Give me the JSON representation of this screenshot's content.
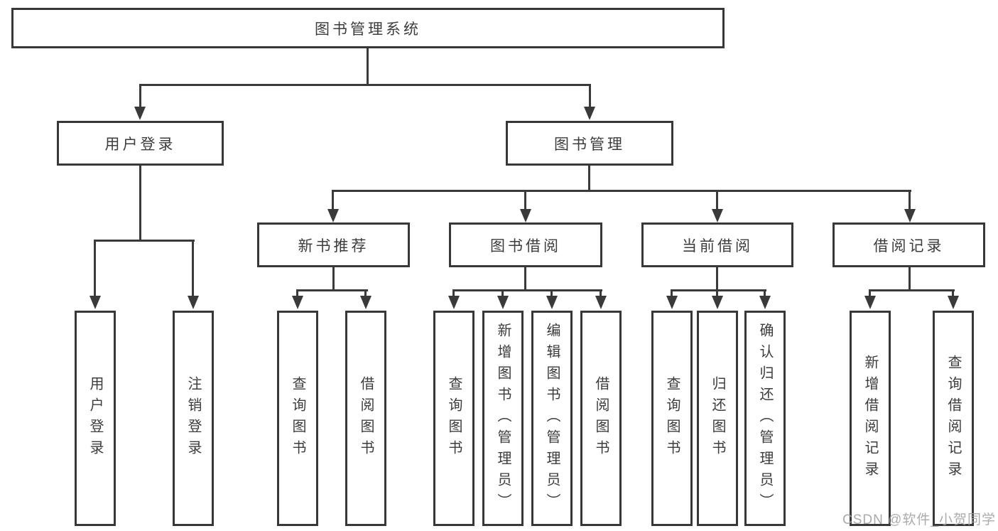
{
  "diagram_title": "图书管理系统",
  "tree": {
    "label": "图书管理系统",
    "children": [
      {
        "label": "用户登录",
        "children": [
          {
            "label": "用户登录"
          },
          {
            "label": "注销登录"
          }
        ]
      },
      {
        "label": "图书管理",
        "children": [
          {
            "label": "新书推荐",
            "children": [
              {
                "label": "查询图书"
              },
              {
                "label": "借阅图书"
              }
            ]
          },
          {
            "label": "图书借阅",
            "children": [
              {
                "label": "查询图书"
              },
              {
                "label": "新增图书（管理员）"
              },
              {
                "label": "编辑图书（管理员）"
              },
              {
                "label": "借阅图书"
              }
            ]
          },
          {
            "label": "当前借阅",
            "children": [
              {
                "label": "查询图书"
              },
              {
                "label": "归还图书"
              },
              {
                "label": "确认归还（管理员）"
              }
            ]
          },
          {
            "label": "借阅记录",
            "children": [
              {
                "label": "新增借阅记录"
              },
              {
                "label": "查询借阅记录"
              }
            ]
          }
        ]
      }
    ]
  },
  "watermark": {
    "text": "CSDN @软件_小贺同学"
  },
  "colors": {
    "line": "#3a3a3a",
    "box_border": "#383838",
    "box_fill": "#ffffff",
    "text": "#3c3c3c",
    "background": "#ffffff",
    "watermark": "#a0a0a0"
  }
}
